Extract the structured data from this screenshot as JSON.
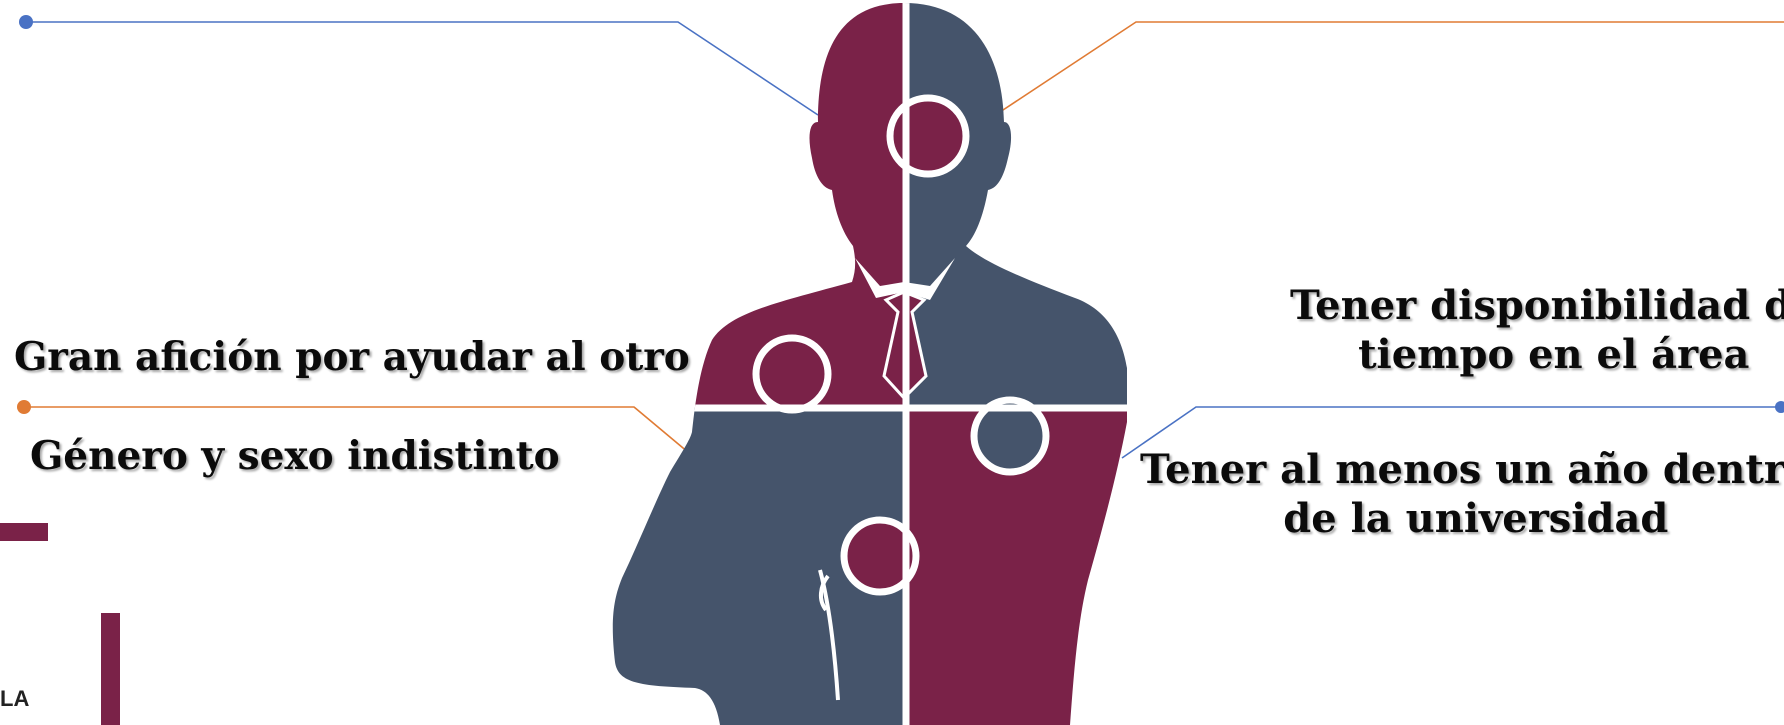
{
  "labels": {
    "ayudar": "Gran afición por ayudar al otro",
    "genero": "Género y sexo indistinto",
    "tiempo_line1": "Tener disponibilidad de",
    "tiempo_line2": "tiempo en el área",
    "universidad_line1": "Tener al menos un año dentro",
    "universidad_line2": "de la universidad"
  },
  "logo_fragment": "LA",
  "colors": {
    "maroon": "#7a2248",
    "slate": "#45546b",
    "connector_blue": "#4a72c4",
    "connector_orange": "#e07b34"
  },
  "icons": [
    "businessman-puzzle-silhouette-icon",
    "connector-dot-icon"
  ]
}
